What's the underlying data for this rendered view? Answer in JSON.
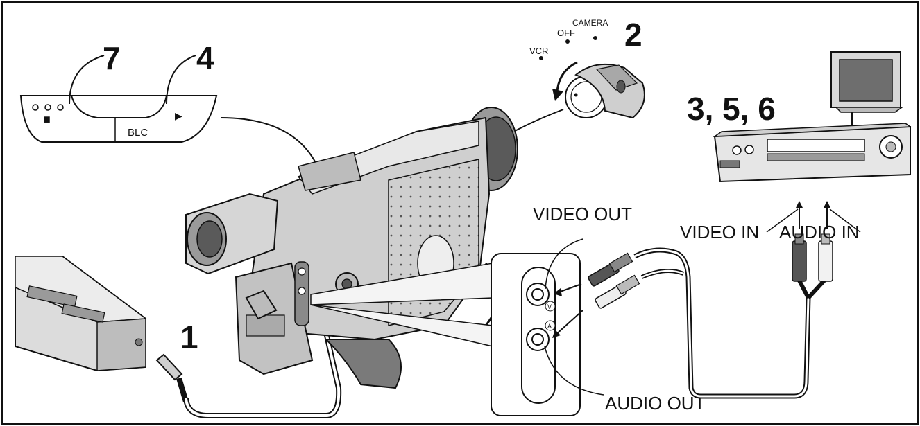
{
  "steps": {
    "step_1": "1",
    "step_2": "2",
    "step_4": "4",
    "step_7": "7",
    "steps_356": "3, 5, 6"
  },
  "panel": {
    "blc_label": "BLC",
    "play_symbol": "▶",
    "stop_symbol": "■"
  },
  "dial": {
    "camera": "CAMERA",
    "off": "OFF",
    "vcr": "VCR"
  },
  "jacks": {
    "video_out": "VIDEO OUT",
    "audio_out": "AUDIO OUT",
    "v_mark": "V",
    "a_mark": "A"
  },
  "vcr_inputs": {
    "video_in": "VIDEO IN",
    "audio_in": "AUDIO IN"
  },
  "colors": {
    "line": "#111111",
    "body_light": "#d9d9d9",
    "body_mid": "#b5b5b5",
    "body_dark": "#7a7a7a",
    "screen": "#6e6e6e"
  }
}
